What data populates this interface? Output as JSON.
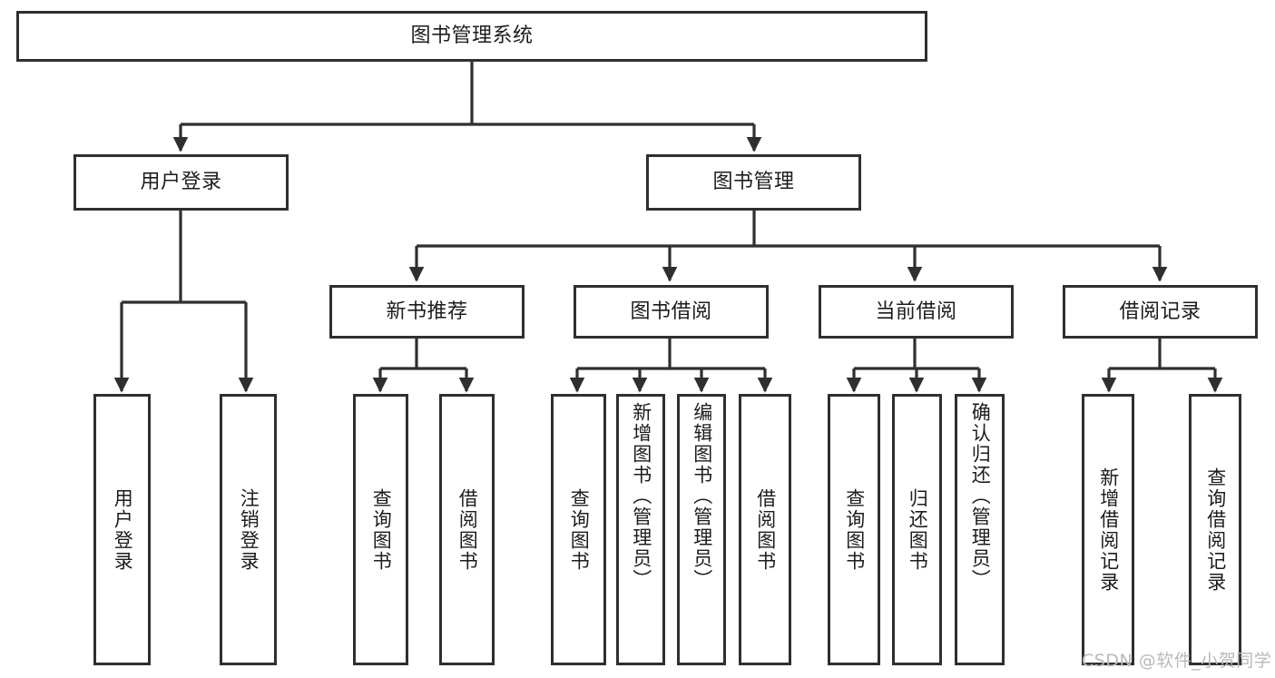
{
  "diagram": {
    "type": "tree",
    "title_node": {
      "id": "root",
      "label": "图书管理系统"
    },
    "level2": [
      {
        "id": "user-login",
        "label": "用户登录"
      },
      {
        "id": "book-manage",
        "label": "图书管理"
      }
    ],
    "level3": [
      {
        "id": "new-book-recommend",
        "label": "新书推荐",
        "parent": "book-manage"
      },
      {
        "id": "book-borrow",
        "label": "图书借阅",
        "parent": "book-manage"
      },
      {
        "id": "current-borrow",
        "label": "当前借阅",
        "parent": "book-manage"
      },
      {
        "id": "borrow-record",
        "label": "借阅记录",
        "parent": "book-manage"
      }
    ],
    "leaves": [
      {
        "id": "leaf-user-login",
        "label": "用户登录",
        "parent": "user-login"
      },
      {
        "id": "leaf-logout-login",
        "label": "注销登录",
        "parent": "user-login"
      },
      {
        "id": "leaf-query-book-1",
        "label": "查询图书",
        "parent": "new-book-recommend"
      },
      {
        "id": "leaf-borrow-book-1",
        "label": "借阅图书",
        "parent": "new-book-recommend"
      },
      {
        "id": "leaf-query-book-2",
        "label": "查询图书",
        "parent": "book-borrow"
      },
      {
        "id": "leaf-add-book",
        "label": "新增图书（管理员）",
        "parent": "book-borrow"
      },
      {
        "id": "leaf-edit-book",
        "label": "编辑图书（管理员）",
        "parent": "book-borrow"
      },
      {
        "id": "leaf-borrow-book-2",
        "label": "借阅图书",
        "parent": "book-borrow"
      },
      {
        "id": "leaf-query-book-3",
        "label": "查询图书",
        "parent": "current-borrow"
      },
      {
        "id": "leaf-return-book",
        "label": "归还图书",
        "parent": "current-borrow"
      },
      {
        "id": "leaf-confirm-return",
        "label": "确认归还（管理员）",
        "parent": "current-borrow"
      },
      {
        "id": "leaf-add-borrow-record",
        "label": "新增借阅记录",
        "parent": "borrow-record"
      },
      {
        "id": "leaf-query-borrow-record",
        "label": "查询借阅记录",
        "parent": "borrow-record"
      }
    ],
    "colors": {
      "background": "#ffffff",
      "stroke": "#2f2f2f",
      "text": "#1c1c1c",
      "watermark": "#b9b9b9"
    }
  },
  "watermark": {
    "text": "CSDN @软件_小贺同学"
  }
}
